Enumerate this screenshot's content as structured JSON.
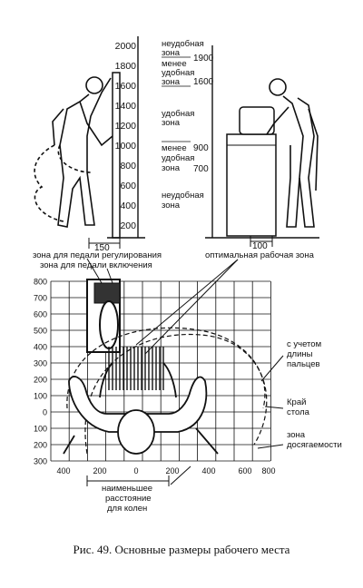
{
  "caption": "Рис. 49. Основные размеры рабочего места",
  "top_left": {
    "scale_ticks": [
      "2000",
      "1800",
      "1600",
      "1400",
      "1200",
      "1000",
      "800",
      "600",
      "400",
      "200"
    ],
    "zones": [
      {
        "line1": "неудобная",
        "line2": "зона"
      },
      {
        "line1": "менее",
        "line2": "удобная",
        "line3": "зона"
      },
      {
        "line1": "удобная",
        "line2": "зона"
      },
      {
        "line1": "менее",
        "line2": "удобная",
        "line3": "зона"
      },
      {
        "line1": "неудобная",
        "line2": "зона"
      }
    ],
    "right_values": [
      "1900",
      "1600",
      "900",
      "700"
    ],
    "bottom_dim": "150"
  },
  "top_right": {
    "bottom_dim": "100"
  },
  "bottom": {
    "label_pedal_adjust": "зона для педали регулирования",
    "label_pedal_switch": "зона для педали включения",
    "label_optimal": "оптимальная рабочая зона",
    "label_fingers": [
      "с учетом",
      "длины",
      "пальцев"
    ],
    "label_table_edge": [
      "Край",
      "стола"
    ],
    "label_reach": [
      "зона",
      "досягаемости"
    ],
    "y_ticks": [
      "800",
      "700",
      "600",
      "500",
      "400",
      "300",
      "200",
      "100",
      "0",
      "100",
      "200",
      "300"
    ],
    "x_ticks": [
      "400",
      "200",
      "0",
      "200",
      "400",
      "600",
      "800"
    ],
    "label_knees": [
      "наименьшее",
      "расстояние",
      "для колен"
    ]
  }
}
